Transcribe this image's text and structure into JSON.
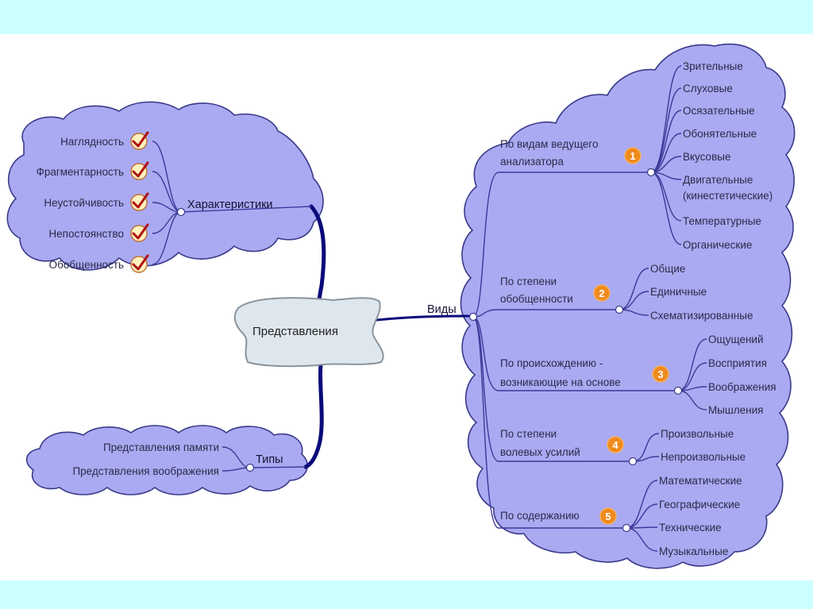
{
  "center": {
    "label": "Представления"
  },
  "characteristics": {
    "label": "Характеристики",
    "items": [
      "Наглядность",
      "Фрагментарность",
      "Неустойчивость",
      "Непостоянство",
      "Обобщенность"
    ],
    "item_icon": "checkmark-icon"
  },
  "types": {
    "label": "Типы",
    "items": [
      "Представления памяти",
      "Представления воображения"
    ]
  },
  "kinds": {
    "label": "Виды",
    "groups": [
      {
        "badge": "1",
        "label_lines": [
          "По видам ведущего",
          "анализатора"
        ],
        "items": [
          "Зрительные",
          "Слуховые",
          "Осязательные",
          "Обонятельные",
          "Вкусовые",
          "Двигательные\n(кинестетические)",
          "Температурные",
          "Органические"
        ]
      },
      {
        "badge": "2",
        "label_lines": [
          "По степени",
          "обобщенности"
        ],
        "items": [
          "Общие",
          "Единичные",
          "Схематизированные"
        ]
      },
      {
        "badge": "3",
        "label_lines": [
          "По происхождению -",
          "возникающие на основе"
        ],
        "items": [
          "Ощущений",
          "Восприятия",
          "Воображения",
          "Мышления"
        ]
      },
      {
        "badge": "4",
        "label_lines": [
          "По степени",
          "волевых усилий"
        ],
        "items": [
          "Произвольные",
          "Непроизвольные"
        ]
      },
      {
        "badge": "5",
        "label_lines": [
          "По содержанию"
        ],
        "items": [
          "Математические",
          "Географические",
          "Технические",
          "Музыкальные"
        ]
      }
    ]
  },
  "colors": {
    "band": "#ccffff",
    "cloud_fill": "#aaaaf2",
    "line": "#3a3a9a",
    "main_branch": "#0a0a7a",
    "badge": "#f08a1c"
  }
}
